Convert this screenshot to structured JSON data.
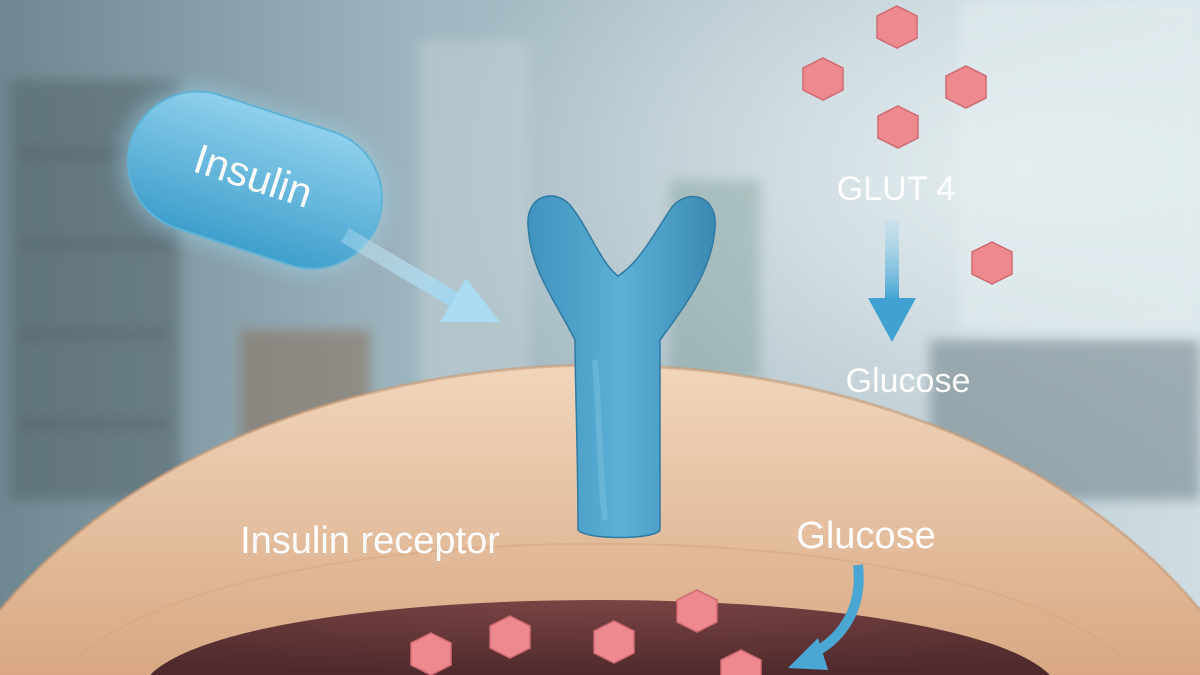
{
  "labels": {
    "insulin": "Insulin",
    "glut4": "GLUT 4",
    "glucose_outside": "Glucose",
    "receptor": "Insulin receptor",
    "glucose_inside": "Glucose"
  },
  "colors": {
    "insulin_capsule": "#5fb3d6",
    "receptor": "#4a9ec6",
    "arrow": "#4aa7d3",
    "membrane": "#e6c3a3",
    "cell_interior": "#6b3a3a",
    "glucose_molecule": "#ee8a8f",
    "label_text": "#ffffff"
  },
  "icons": {
    "glucose_molecule": "hexagon",
    "insulin": "capsule",
    "receptor": "y-shaped-receptor"
  }
}
